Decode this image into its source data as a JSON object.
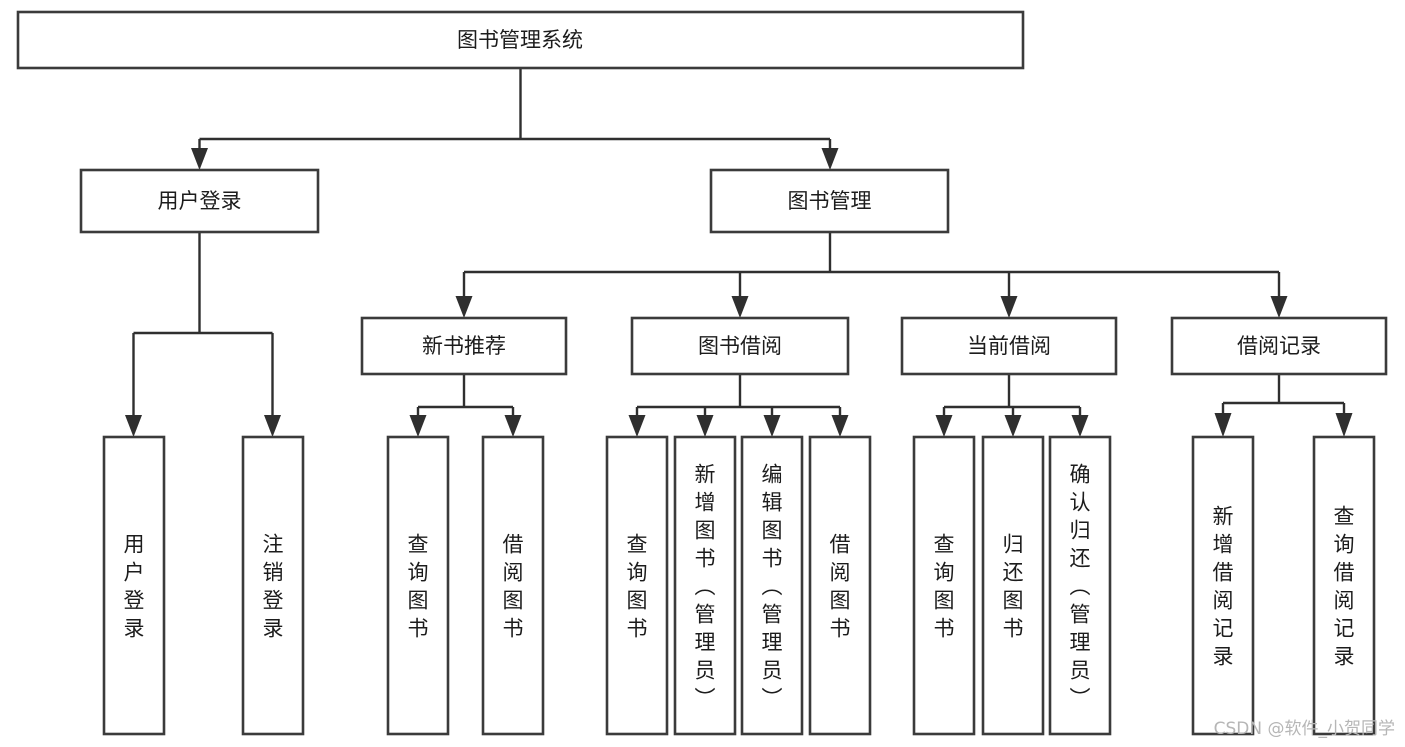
{
  "diagram": {
    "title": "图书管理系统",
    "type": "tree",
    "orientation": "top-down",
    "colors": {
      "box_fill": "#ffffff",
      "box_stroke": "#3b3b3b",
      "connector": "#2f2f2f",
      "text": "#1c1c1c",
      "watermark": "#b6b6b6"
    },
    "root": {
      "id": "root",
      "label": "图书管理系统"
    },
    "level2": [
      {
        "id": "user-login",
        "label": "用户登录"
      },
      {
        "id": "book-manage",
        "label": "图书管理"
      }
    ],
    "level3": [
      {
        "id": "new-book-recommend",
        "label": "新书推荐",
        "parent": "book-manage"
      },
      {
        "id": "book-borrow",
        "label": "图书借阅",
        "parent": "book-manage"
      },
      {
        "id": "current-borrow",
        "label": "当前借阅",
        "parent": "book-manage"
      },
      {
        "id": "borrow-record",
        "label": "借阅记录",
        "parent": "book-manage"
      }
    ],
    "leaves": [
      {
        "id": "leaf-user-login",
        "label": "用户登录",
        "parent": "user-login"
      },
      {
        "id": "leaf-logout",
        "label": "注销登录",
        "parent": "user-login"
      },
      {
        "id": "leaf-query-book-1",
        "label": "查询图书",
        "parent": "new-book-recommend"
      },
      {
        "id": "leaf-borrow-book-1",
        "label": "借阅图书",
        "parent": "new-book-recommend"
      },
      {
        "id": "leaf-query-book-2",
        "label": "查询图书",
        "parent": "book-borrow"
      },
      {
        "id": "leaf-add-book",
        "label": "新增图书（管理员）",
        "parent": "book-borrow"
      },
      {
        "id": "leaf-edit-book",
        "label": "编辑图书（管理员）",
        "parent": "book-borrow"
      },
      {
        "id": "leaf-borrow-book-2",
        "label": "借阅图书",
        "parent": "book-borrow"
      },
      {
        "id": "leaf-query-book-3",
        "label": "查询图书",
        "parent": "current-borrow"
      },
      {
        "id": "leaf-return-book",
        "label": "归还图书",
        "parent": "current-borrow"
      },
      {
        "id": "leaf-confirm-return",
        "label": "确认归还（管理员）",
        "parent": "current-borrow"
      },
      {
        "id": "leaf-add-record",
        "label": "新增借阅记录",
        "parent": "borrow-record"
      },
      {
        "id": "leaf-query-record",
        "label": "查询借阅记录",
        "parent": "borrow-record"
      }
    ]
  },
  "watermark": {
    "text": "CSDN @软件_小贺同学"
  }
}
